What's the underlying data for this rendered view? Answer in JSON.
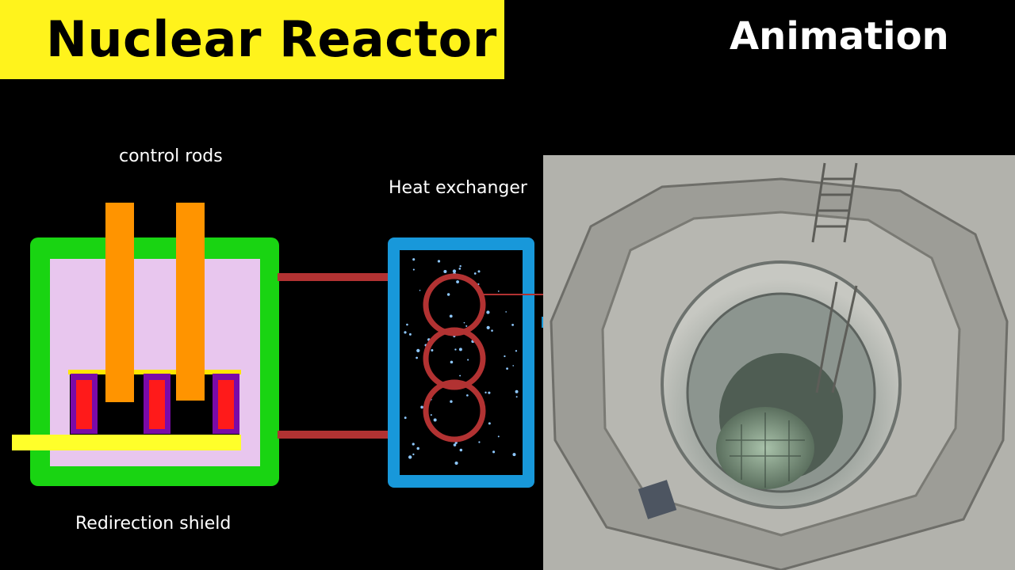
{
  "header": {
    "title": "Nuclear Reactor",
    "subtitle": "Animation"
  },
  "diagram": {
    "labels": {
      "control_rods": "control rods",
      "heat_exchanger": "Heat exchanger",
      "redirection_shield": "Redirection shield"
    },
    "colors": {
      "title_banner": "#fff31c",
      "reactor_frame": "#19d412",
      "reactor_core": "#e8c6ee",
      "control_rod": "#ff9400",
      "fuel_housing": "#7a0aa8",
      "fuel_rod": "#ff1a1a",
      "shield": "#ffff2a",
      "pipe": "#b23232",
      "exchanger_frame": "#1898da",
      "exchanger_particles": "#8ec8ff"
    },
    "icons": [
      "reactor-vessel-photo"
    ]
  }
}
